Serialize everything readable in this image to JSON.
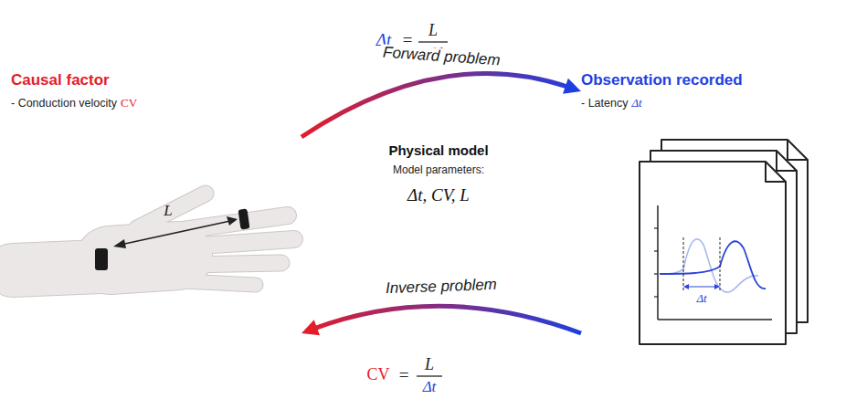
{
  "diagram": {
    "nodes": [
      {
        "text": [
          "Causal factor",
          "- Conduction velocity",
          "CV"
        ]
      },
      {
        "text": [
          "Physical model",
          "Model parameters:",
          "Δt, CV, L"
        ]
      },
      {
        "text": [
          "Observation recorded",
          "- Latency",
          "Δt"
        ]
      }
    ],
    "edges": [
      {
        "from": 0,
        "to": 2,
        "arrow": "to",
        "label": "Forward problem"
      },
      {
        "from": 2,
        "to": 0,
        "arrow": "to",
        "label": "Inverse problem"
      }
    ],
    "labels": [
      "Δt",
      "=",
      "L",
      "CV",
      "CV",
      "=",
      "L",
      "Δt",
      "L",
      "Δt"
    ]
  }
}
